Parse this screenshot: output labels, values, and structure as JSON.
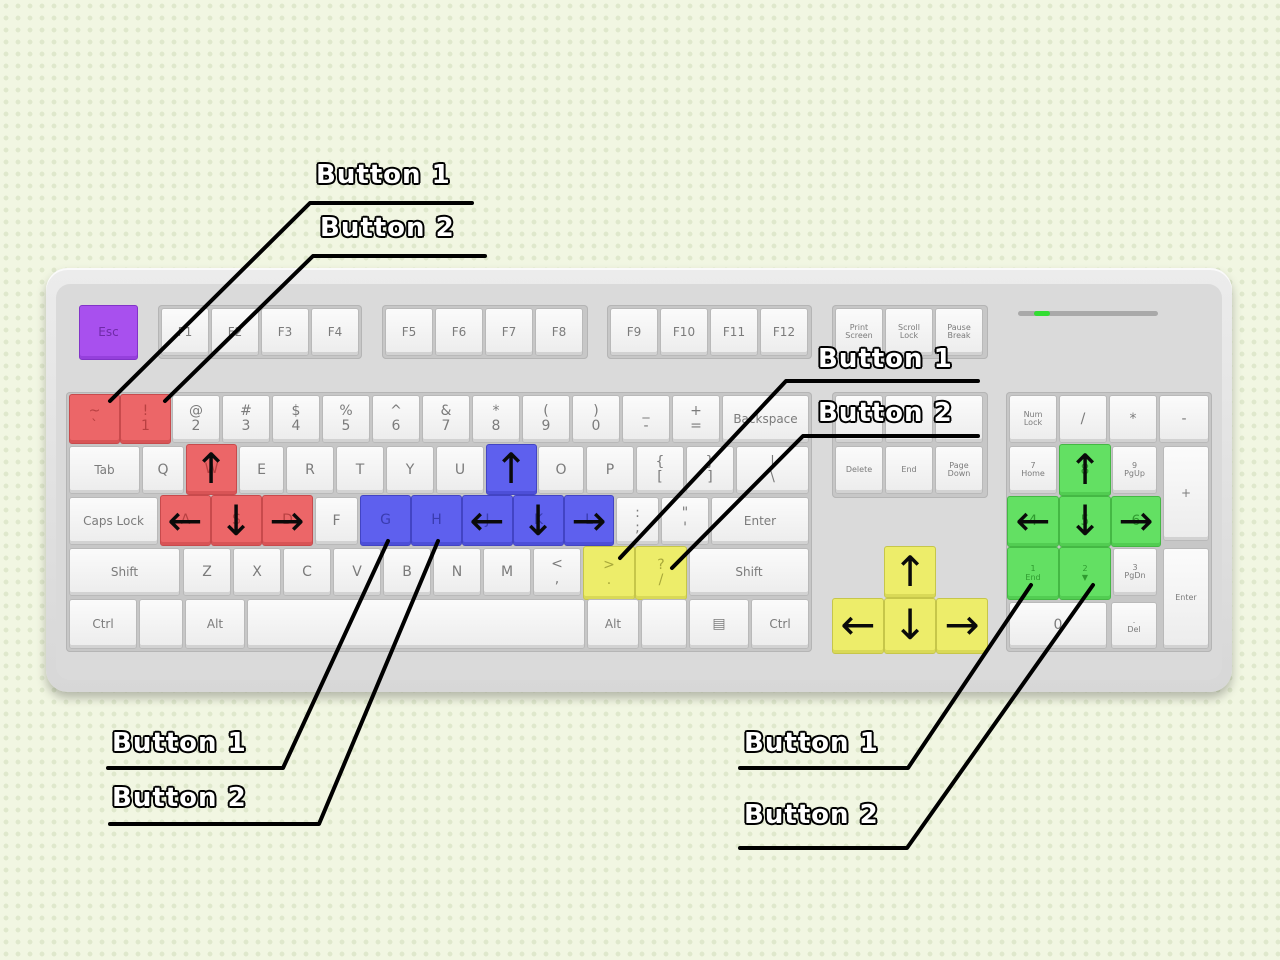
{
  "colors": {
    "player_red": "#ec6668",
    "player_blue": "#5e60ee",
    "player_green": "#63e063",
    "player_yellow": "#eded6a",
    "esc_purple": "#a850ee",
    "keycap": "#f4f4f4",
    "leader_line": "#000000"
  },
  "keyboard": {
    "esc": "Esc",
    "function_keys": [
      "F1",
      "F2",
      "F3",
      "F4",
      "F5",
      "F6",
      "F7",
      "F8",
      "F9",
      "F10",
      "F11",
      "F12"
    ],
    "print_screen": "Print\nScreen",
    "scroll_lock": "Scroll\nLock",
    "pause_break": "Pause\nBreak",
    "number_row": [
      "~\n`",
      "!\n1",
      "@\n2",
      "#\n3",
      "$\n4",
      "%\n5",
      "^\n6",
      "&\n7",
      "*\n8",
      "(\n9",
      ")\n0",
      "_\n-",
      "+\n="
    ],
    "backspace": "Backspace",
    "tab": "Tab",
    "qwerty_row": [
      "Q",
      "W",
      "E",
      "R",
      "T",
      "Y",
      "U",
      "I",
      "O",
      "P",
      "{\n[",
      "}\n]",
      "|\n\\"
    ],
    "caps_lock": "Caps Lock",
    "home_row": [
      "A",
      "S",
      "D",
      "F",
      "G",
      "H",
      "J",
      "K",
      "L",
      ":\n;",
      "\"\n'"
    ],
    "enter": "Enter",
    "shift_left": "Shift",
    "bottom_row": [
      "Z",
      "X",
      "C",
      "V",
      "B",
      "N",
      "M",
      "<\n,",
      ">\n.",
      "?\n/"
    ],
    "shift_right": "Shift",
    "ctrl_left": "Ctrl",
    "alt_left": "Alt",
    "alt_right": "Alt",
    "menu_icon": "▤",
    "ctrl_right": "Ctrl",
    "insert": "",
    "home": "",
    "page_up": "",
    "delete": "Delete",
    "end": "End",
    "page_down": "Page\nDown",
    "numpad": {
      "num_lock": "Num\nLock",
      "divide": "/",
      "multiply": "*",
      "minus": "-",
      "plus": "+",
      "enter": "Enter",
      "n7": "7\nHome",
      "n8": "8",
      "n9": "9\nPgUp",
      "n4": "4",
      "n5": "5",
      "n6": "6",
      "n1": "1\nEnd",
      "n2": "2\n▼",
      "n3": "3\nPgDn",
      "n0": "0",
      "decimal": ".\nDel"
    }
  },
  "callouts": {
    "red_button_1": "Button 1",
    "red_button_2": "Button 2",
    "yellow_button_1": "Button 1",
    "yellow_button_2": "Button 2",
    "blue_button_1": "Button 1",
    "blue_button_2": "Button 2",
    "green_button_1": "Button 1",
    "green_button_2": "Button 2"
  },
  "arrows": {
    "up": "↑",
    "down": "↓",
    "left": "←",
    "right": "→"
  }
}
